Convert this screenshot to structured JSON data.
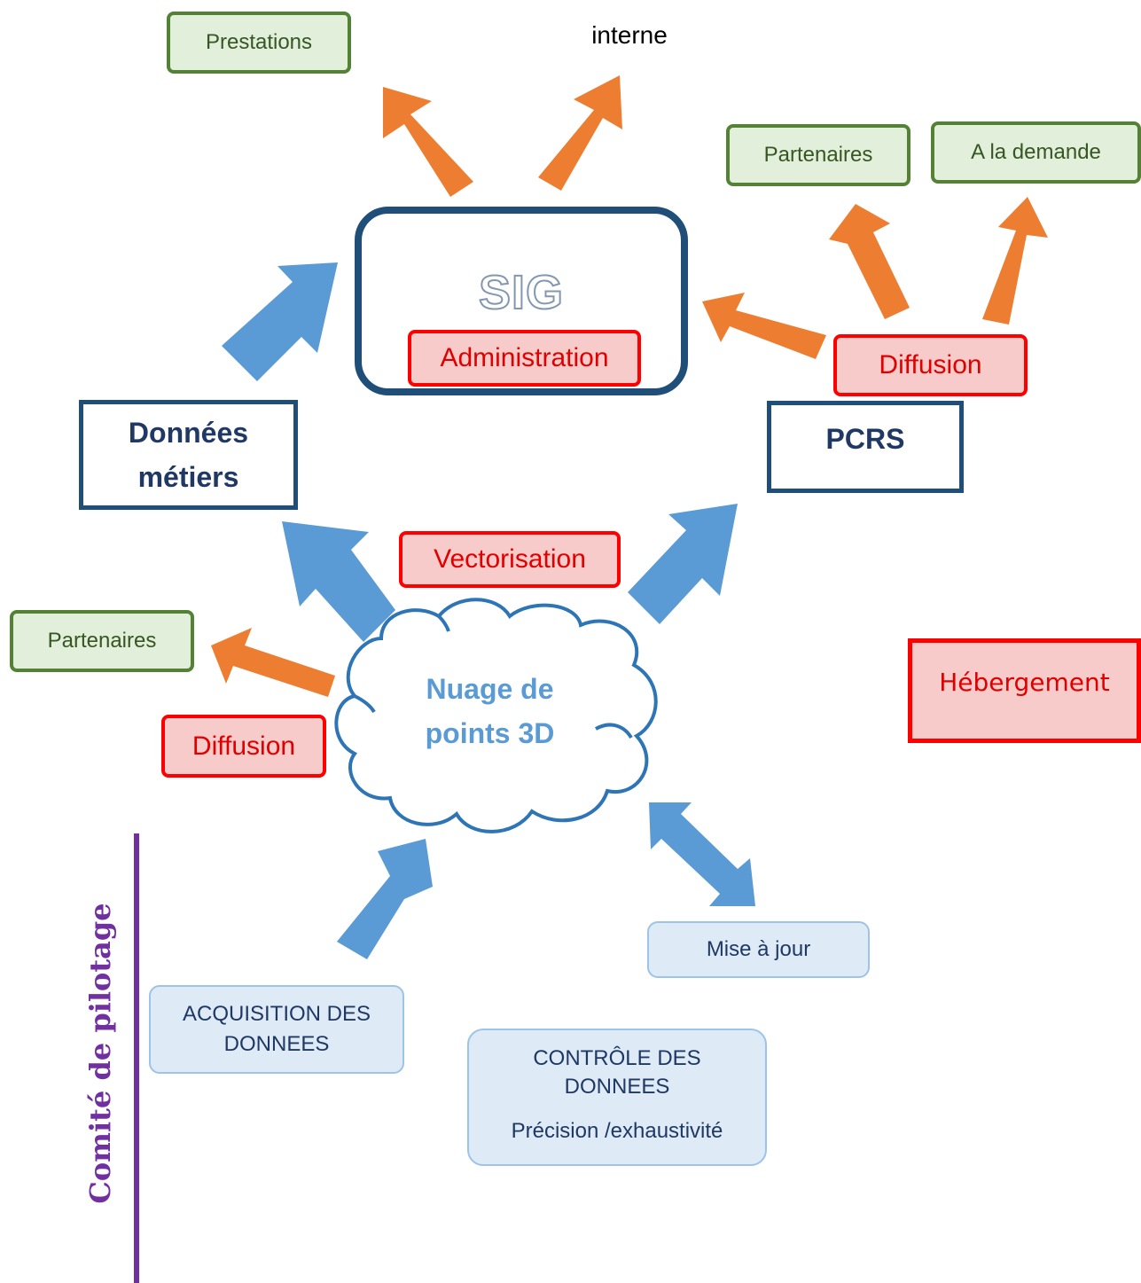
{
  "labels": {
    "prestations": "Prestations",
    "interne": "interne",
    "partenaires_top": "Partenaires",
    "a_la_demande": "A la demande",
    "sig_title": "SIG",
    "administration": "Administration",
    "diffusion_right": "Diffusion",
    "donnees_metiers_line1": "Données",
    "donnees_metiers_line2": "métiers",
    "pcrs": "PCRS",
    "vectorisation": "Vectorisation",
    "partenaires_left": "Partenaires",
    "diffusion_left": "Diffusion",
    "nuage_line1": "Nuage de",
    "nuage_line2": "points 3D",
    "hebergement": "Hébergement",
    "mise_a_jour": "Mise à jour",
    "acquisition_line1": "ACQUISITION DES",
    "acquisition_line2": "DONNEES",
    "controle_line1": "CONTRÔLE DES",
    "controle_line2": "DONNEES",
    "controle_line3": "Précision /exhaustivité",
    "comite": "Comité de pilotage"
  },
  "colors": {
    "orange_arrow": "#ed7d31",
    "blue_arrow": "#5b9bd5",
    "navy": "#1f4e79",
    "green_border": "#548235",
    "red_border": "#ff0000",
    "purple": "#7030a0"
  }
}
